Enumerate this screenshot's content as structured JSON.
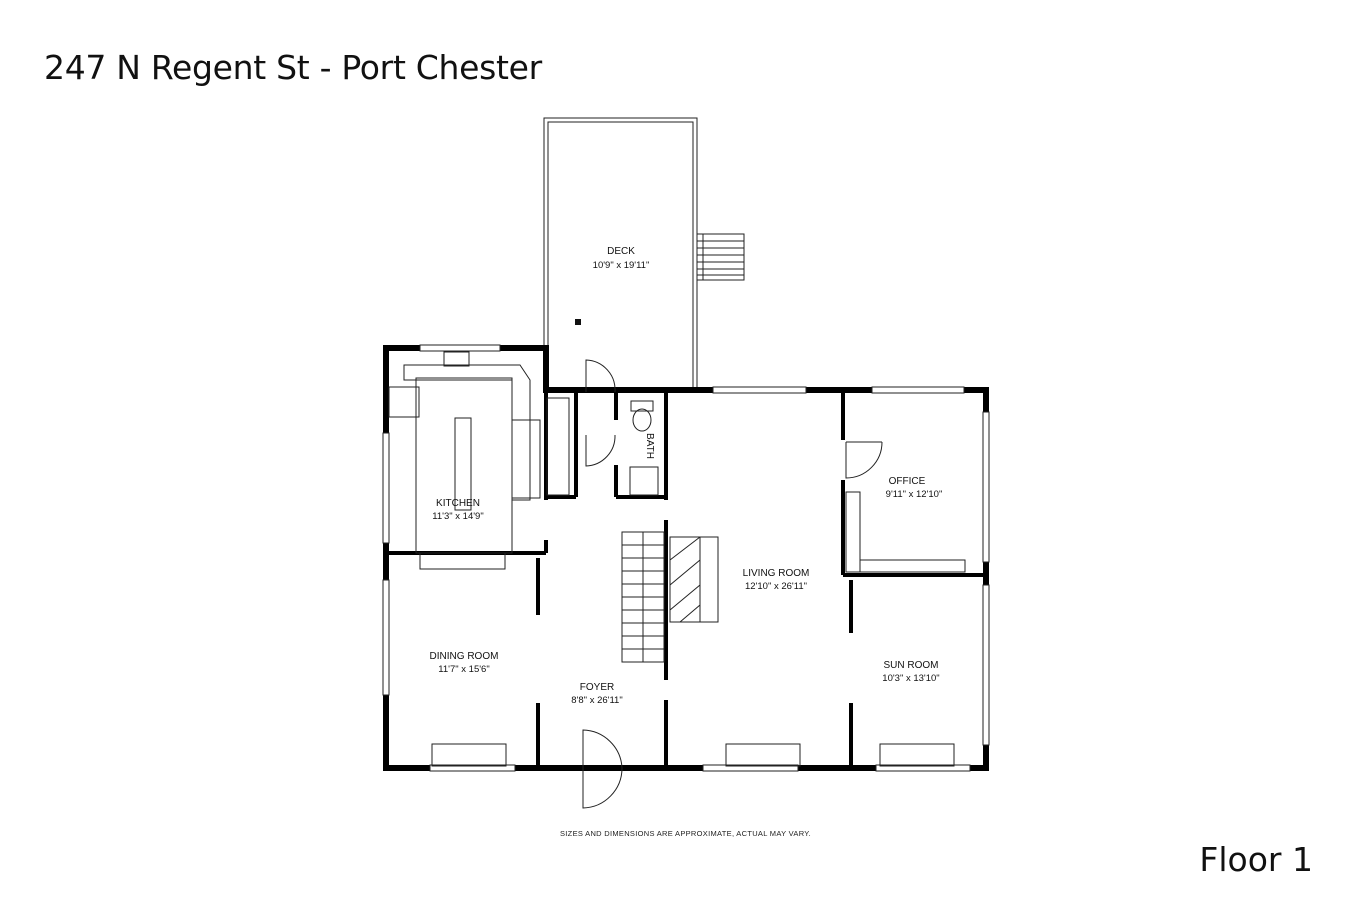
{
  "header": {
    "title": "247 N Regent St - Port Chester"
  },
  "footer": {
    "floor": "Floor 1",
    "disclaimer": "SIZES AND DIMENSIONS ARE APPROXIMATE, ACTUAL MAY VARY."
  },
  "rooms": {
    "deck": {
      "name": "DECK",
      "dims": "10'9\" x 19'11\""
    },
    "kitchen": {
      "name": "KITCHEN",
      "dims": "11'3\" x 14'9\""
    },
    "bath": {
      "name": "BATH"
    },
    "office": {
      "name": "OFFICE",
      "dims": "9'11\" x 12'10\""
    },
    "living": {
      "name": "LIVING ROOM",
      "dims": "12'10\" x 26'11\""
    },
    "sun": {
      "name": "SUN ROOM",
      "dims": "10'3\" x 13'10\""
    },
    "dining": {
      "name": "DINING ROOM",
      "dims": "11'7\" x 15'6\""
    },
    "foyer": {
      "name": "FOYER",
      "dims": "8'8\" x 26'11\""
    }
  }
}
